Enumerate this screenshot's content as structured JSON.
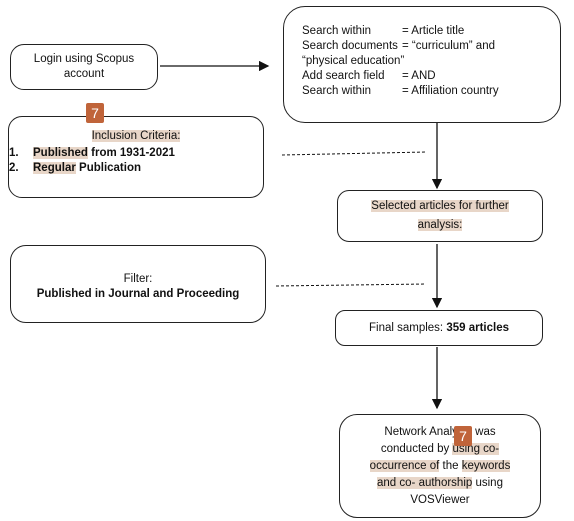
{
  "login": {
    "line1": "Login using Scopus",
    "line2": "account"
  },
  "search": {
    "rows": [
      {
        "key": "Search within",
        "val": "= Article title"
      },
      {
        "key": "Search documents",
        "val": "= “curriculum” and"
      },
      {
        "key": "",
        "val": "“physical education”"
      },
      {
        "key": "Add search field",
        "val": "= AND"
      },
      {
        "key": "Search within",
        "val": "= Affiliation country"
      }
    ]
  },
  "inclusion": {
    "badge": "7",
    "title": "Inclusion Criteria:",
    "items": [
      {
        "num": "1.",
        "bold": "Published",
        "rest": " from 1931-2021"
      },
      {
        "num": "2.",
        "bold": "Regular",
        "rest": " Publication"
      }
    ]
  },
  "selected": {
    "line1": "Selected articles for further",
    "line2": "analysis:"
  },
  "filter": {
    "title": "Filter:",
    "text": "Published in Journal and Proceeding"
  },
  "final": {
    "prefix": "Final samples: ",
    "count": "359 articles"
  },
  "network": {
    "badge": "7",
    "l1": "Network Analysis was",
    "l2a": "conducted by ",
    "l2b": "using co-",
    "l3a": "occurrence of",
    "l3b": " the ",
    "l3c": "keywords",
    "l4a": "and co- authorship",
    "l4b": " using",
    "l5": "VOSViewer"
  }
}
